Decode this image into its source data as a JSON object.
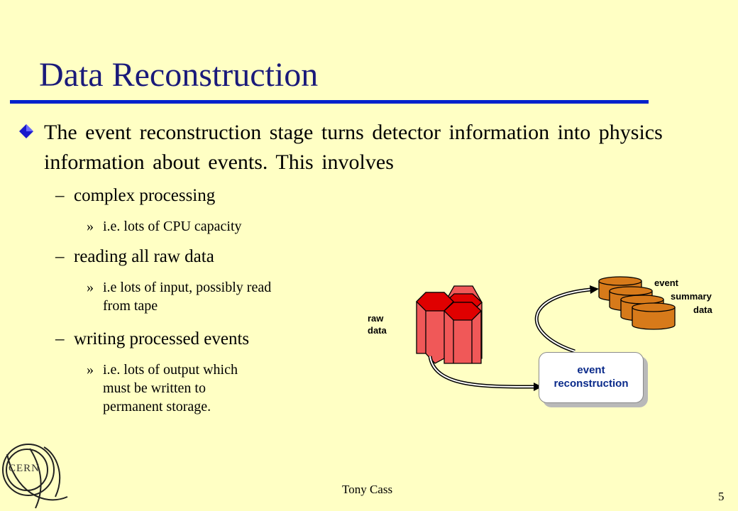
{
  "slide": {
    "title": "Data Reconstruction",
    "bullet": "The event reconstruction stage turns detector information into physics information about events. This involves",
    "items": [
      {
        "dash": "–",
        "text": "complex processing",
        "detail": [
          "i.e. lots of CPU capacity"
        ]
      },
      {
        "dash": "–",
        "text": "reading all raw data",
        "detail": [
          "i.e lots of input, possibly read",
          "from tape"
        ]
      },
      {
        "dash": "–",
        "text": "writing processed events",
        "detail": [
          "i.e. lots of output which",
          "must be written to",
          "permanent storage."
        ]
      }
    ],
    "sub_marker": "»"
  },
  "diagram": {
    "raw_label": [
      "raw",
      "data"
    ],
    "summary_label": [
      "event",
      "summary",
      "data"
    ],
    "process_label": [
      "event",
      "reconstruction"
    ]
  },
  "footer": {
    "author": "Tony Cass",
    "page_number": "5",
    "logo_text": "CERN"
  },
  "colors": {
    "background": "#ffffc4",
    "title": "#1a1a7a",
    "rule": "#0022cc",
    "raw_data_fill": "#f05858",
    "summary_data_fill": "#d77a1a",
    "process_label": "#0a2a8a"
  }
}
